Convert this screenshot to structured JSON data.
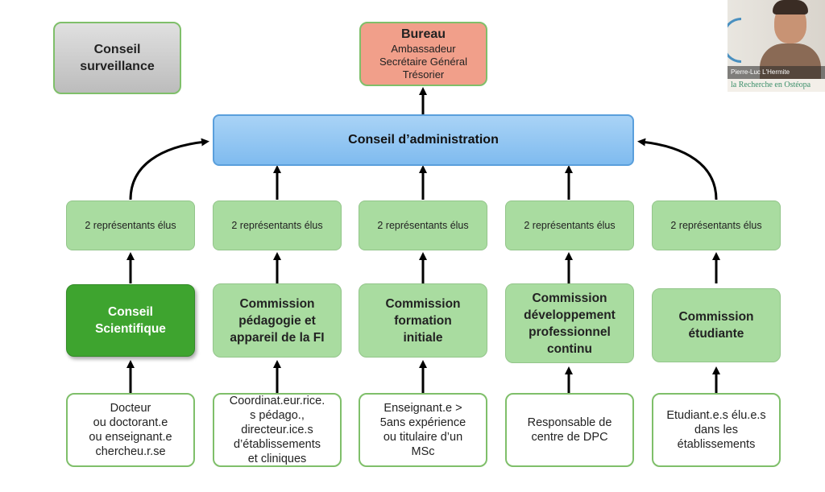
{
  "conseil_surveillance": "Conseil\nsurveillance",
  "bureau": {
    "title": "Bureau",
    "lines": [
      "Ambassadeur",
      "Secrétaire Général",
      "Trésorier"
    ]
  },
  "conseil_administration": "Conseil d’administration",
  "representatives_label": "2 représentants élus",
  "columns": [
    {
      "commission": "Conseil\nScientifique",
      "members": "Docteur\nou doctorant.e\nou enseignant.e\nchercheu.r.se"
    },
    {
      "commission": "Commission\npédagogie et\nappareil de la FI",
      "members": "Coordinat.eur.rice.\ns pédago.,\ndirecteur.ice.s\nd’établissements\net cliniques"
    },
    {
      "commission": "Commission\nformation\ninitiale",
      "members": "Enseignant.e >\n5ans expérience\nou titulaire d’un\nMSc"
    },
    {
      "commission": "Commission\ndéveloppement\nprofessionnel\ncontinu",
      "members": "Responsable de\ncentre de DPC"
    },
    {
      "commission": "Commission\nétudiante",
      "members": "Etudiant.e.s élu.e.s\ndans les\nétablissements"
    }
  ],
  "video": {
    "participant_name": "Pierre-Luc L'Hermite",
    "caption": "la Recherche en Ostéopa"
  },
  "colors": {
    "salmon": "#f19f8a",
    "blue": "#7fbbef",
    "light_green": "#a9dca0",
    "dark_green": "#3ea42f",
    "border_green": "#7fbf6a"
  }
}
